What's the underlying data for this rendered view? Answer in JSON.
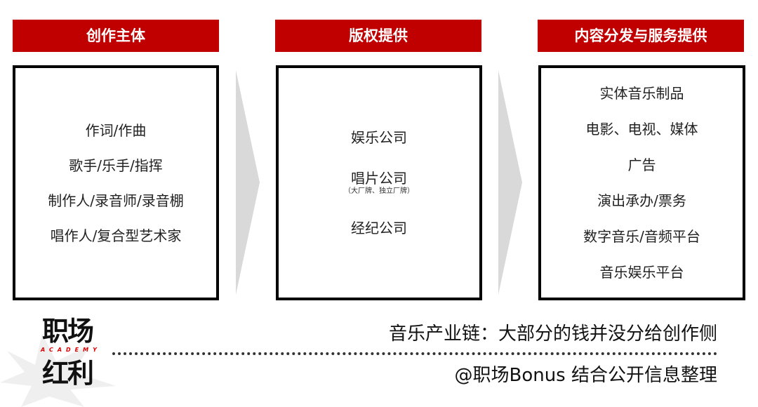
{
  "columns": [
    {
      "header": "创作主体",
      "items": [
        {
          "label": "作词/作曲"
        },
        {
          "label": "歌手/乐手/指挥"
        },
        {
          "label": "制作人/录音师/录音棚"
        },
        {
          "label": "唱作人/复合型艺术家"
        }
      ]
    },
    {
      "header": "版权提供",
      "items": [
        {
          "label": "娱乐公司"
        },
        {
          "label": "唱片公司",
          "sub": "（大厂牌、独立厂牌）"
        },
        {
          "label": "经纪公司"
        }
      ]
    },
    {
      "header": "内容分发与服务提供",
      "items": [
        {
          "label": "实体音乐制品"
        },
        {
          "label": "电影、电视、媒体"
        },
        {
          "label": "广告"
        },
        {
          "label": "演出承办/票务"
        },
        {
          "label": "数字音乐/音频平台"
        },
        {
          "label": "音乐娱乐平台"
        }
      ]
    }
  ],
  "arrows": [
    {
      "icon": "chevron-right-arrow-icon",
      "color": "#d9d9d9"
    },
    {
      "icon": "chevron-right-arrow-icon",
      "color": "#d9d9d9"
    }
  ],
  "logo": {
    "line1": "职场",
    "academy": "ACADEMY",
    "line2": "红利"
  },
  "caption": {
    "title": "音乐产业链：大部分的钱并没分给创作侧",
    "credit": "@职场Bonus 结合公开信息整理"
  },
  "colors": {
    "header_bg": "#c00000",
    "header_text": "#ffffff",
    "box_border": "#000000",
    "arrow_fill": "#d9d9d9",
    "logo_accent": "#dd0000"
  }
}
